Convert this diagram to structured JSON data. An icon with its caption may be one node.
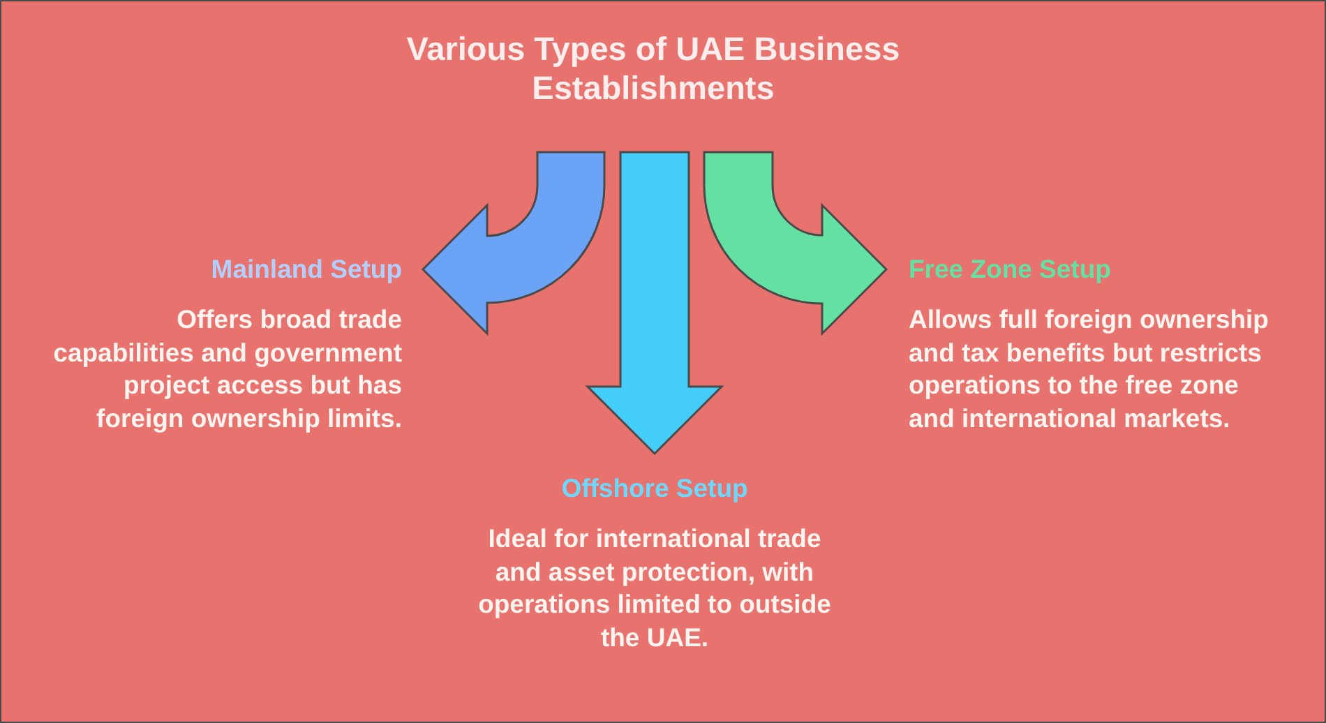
{
  "diagram": {
    "title": "Various Types of UAE Business Establishments",
    "nodes": [
      {
        "text": [
          "Mainland Setup",
          "Offers broad trade capabilities and government project access but has foreign ownership limits."
        ]
      },
      {
        "text": [
          "Free Zone Setup",
          "Allows full foreign ownership and tax benefits but restricts operations to the free zone and international markets."
        ]
      },
      {
        "text": [
          "Offshore Setup",
          "Ideal for international trade and asset protection, with operations limited to outside the UAE."
        ]
      }
    ],
    "edges": [
      {
        "from": null,
        "to": 0,
        "arrow": "to",
        "color": "#6ba3f7"
      },
      {
        "from": null,
        "to": 2,
        "arrow": "to",
        "color": "#44cdf8"
      },
      {
        "from": null,
        "to": 1,
        "arrow": "to",
        "color": "#65e0a3"
      }
    ]
  }
}
